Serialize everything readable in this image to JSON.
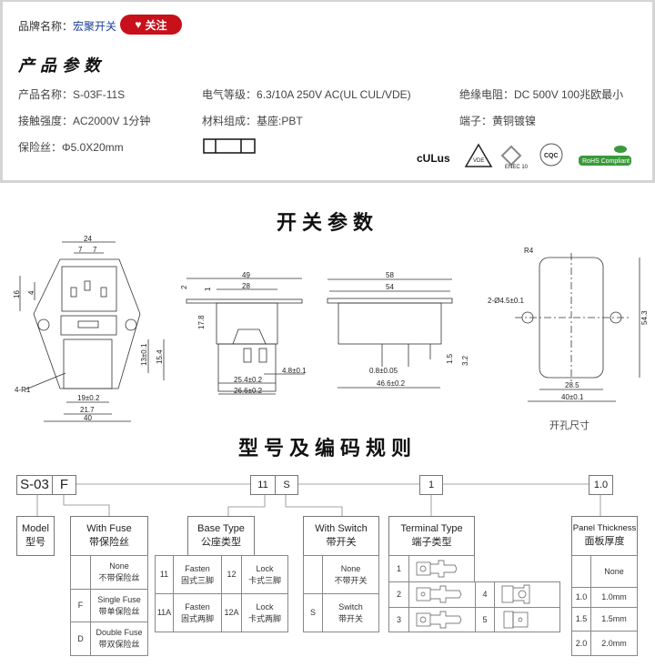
{
  "header": {
    "brand_label": "品牌名称：",
    "brand_value": "宏聚开关",
    "follow_label": "关注",
    "follow_icon": "heart-icon",
    "section_title": "产品参数"
  },
  "specs": [
    {
      "label": "产品名称：",
      "value": "S-03F-11S"
    },
    {
      "label": "电气等级：",
      "value": "6.3/10A  250V AC(UL CUL/VDE)"
    },
    {
      "label": "绝缘电阻：",
      "value": "DC  500V  100兆欧最小"
    },
    {
      "label": "接触强度：",
      "value": "AC2000V  1分钟"
    },
    {
      "label": "材料组成：",
      "value": "基座:PBT"
    },
    {
      "label": "端子：",
      "value": "黄铜镀镍"
    },
    {
      "label": "保险丝：",
      "value": "Φ5.0X20mm"
    }
  ],
  "certifications": [
    "cULus",
    "VDE",
    "ENEC 10",
    "CQC",
    "RoHS Compliant"
  ],
  "switch_params": {
    "title": "开关参数",
    "front_dims": [
      "24",
      "7",
      "7",
      "16",
      "4",
      "13±0.1",
      "15.4",
      "4-R1",
      "19±0.2",
      "21.7",
      "40"
    ],
    "side1_dims": [
      "49",
      "28",
      "2",
      "1",
      "17.8",
      "4.8±0.1",
      "25.4±0.2",
      "26.6±0.2"
    ],
    "side2_dims": [
      "58",
      "54",
      "1.5",
      "3.2",
      "0.8±0.05",
      "46.6±0.2"
    ],
    "cutout_dims": [
      "R4",
      "2-Ø4.5±0.1",
      "54.3",
      "28.5",
      "40±0.1"
    ],
    "cutout_label": "开孔尺寸"
  },
  "coding": {
    "title": "型号及编码规则",
    "codes": [
      "S-03",
      "F",
      "11",
      "S",
      "1",
      "1.0"
    ],
    "model": {
      "en": "Model",
      "zh": "型号"
    },
    "fuse": {
      "en": "With Fuse",
      "zh": "带保险丝",
      "rows": [
        {
          "code": "",
          "en": "None",
          "zh": "不带保险丝"
        },
        {
          "code": "F",
          "en": "Single Fuse",
          "zh": "带单保险丝"
        },
        {
          "code": "D",
          "en": "Double Fuse",
          "zh": "带双保险丝"
        }
      ]
    },
    "base": {
      "en": "Base Type",
      "zh": "公座类型",
      "rows": [
        {
          "code": "11",
          "en": "Fasten",
          "zh": "固式三脚",
          "code2": "12",
          "en2": "Lock",
          "zh2": "卡式三脚"
        },
        {
          "code": "11A",
          "en": "Fasten",
          "zh": "固式两脚",
          "code2": "12A",
          "en2": "Lock",
          "zh2": "卡式两脚"
        }
      ]
    },
    "switch": {
      "en": "With Switch",
      "zh": "带开关",
      "rows": [
        {
          "code": "",
          "en": "None",
          "zh": "不带开关"
        },
        {
          "code": "S",
          "en": "Switch",
          "zh": "带开关"
        }
      ]
    },
    "terminal": {
      "en": "Terminal Type",
      "zh": "端子类型",
      "codes": [
        "1",
        "2",
        "3",
        "4",
        "5"
      ]
    },
    "panel": {
      "en": "Panel Thickness",
      "zh": "面板厚度",
      "rows": [
        {
          "code": "",
          "value": "None"
        },
        {
          "code": "1.0",
          "value": "1.0mm"
        },
        {
          "code": "1.5",
          "value": "1.5mm"
        },
        {
          "code": "2.0",
          "value": "2.0mm"
        }
      ]
    }
  },
  "colors": {
    "follow_button": "#c8101a",
    "brand_link": "#1d3f9a",
    "panel_border": "#d4d4d4"
  }
}
